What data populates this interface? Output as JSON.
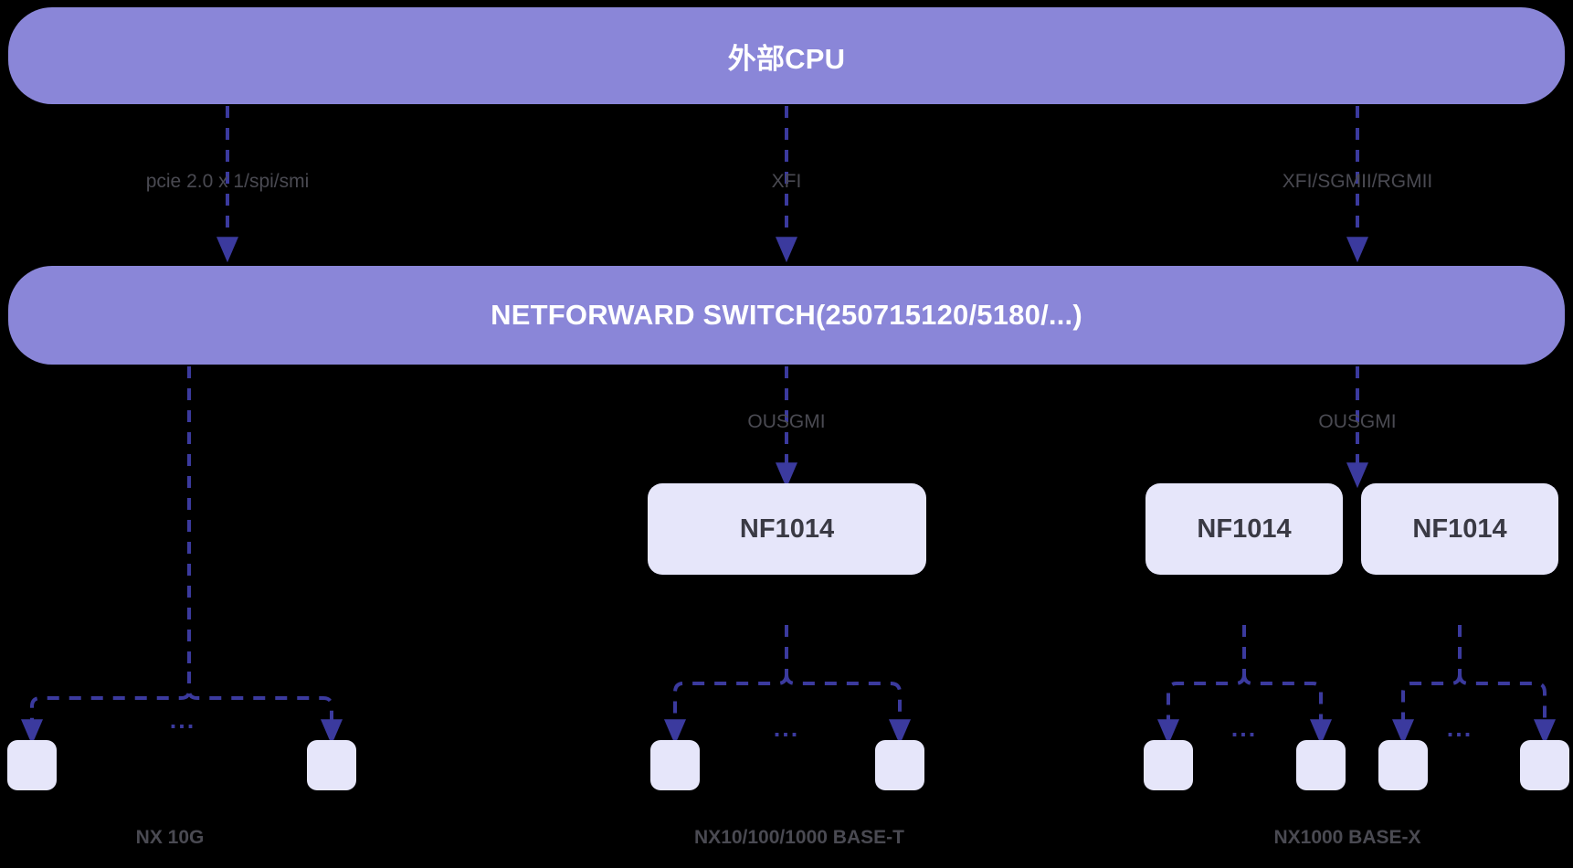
{
  "diagram": {
    "title": "NETFORWARD switch block diagram",
    "background_color": "#000000",
    "accent_bar_color": "#8a86d8",
    "chip_color": "#e6e6fa",
    "edge_color": "#3b3a9e",
    "label_color": "#4a4a52"
  },
  "bars": {
    "cpu": "外部CPU",
    "switch": "NETFORWARD SWITCH(250715120/5180/...)"
  },
  "edge_labels": {
    "cpu_to_switch_left": "pcie 2.0 x 1/spi/smi",
    "cpu_to_switch_mid": "XFI",
    "cpu_to_switch_right": "XFI/SGMII/RGMII",
    "switch_to_nf_mid": "OUSGMI",
    "switch_to_nf_right": "OUSGMI"
  },
  "chips": [
    {
      "label": "NF1014",
      "group": "base-t"
    },
    {
      "label": "NF1014",
      "group": "base-x-left"
    },
    {
      "label": "NF1014",
      "group": "base-x-right"
    }
  ],
  "captions": {
    "group1": "NX 10G",
    "group2": "NX10/100/1000 BASE-T",
    "group3": "NX1000 BASE-X"
  },
  "ellipsis": "...",
  "ports": {
    "count_visible": 8,
    "label": "port"
  }
}
